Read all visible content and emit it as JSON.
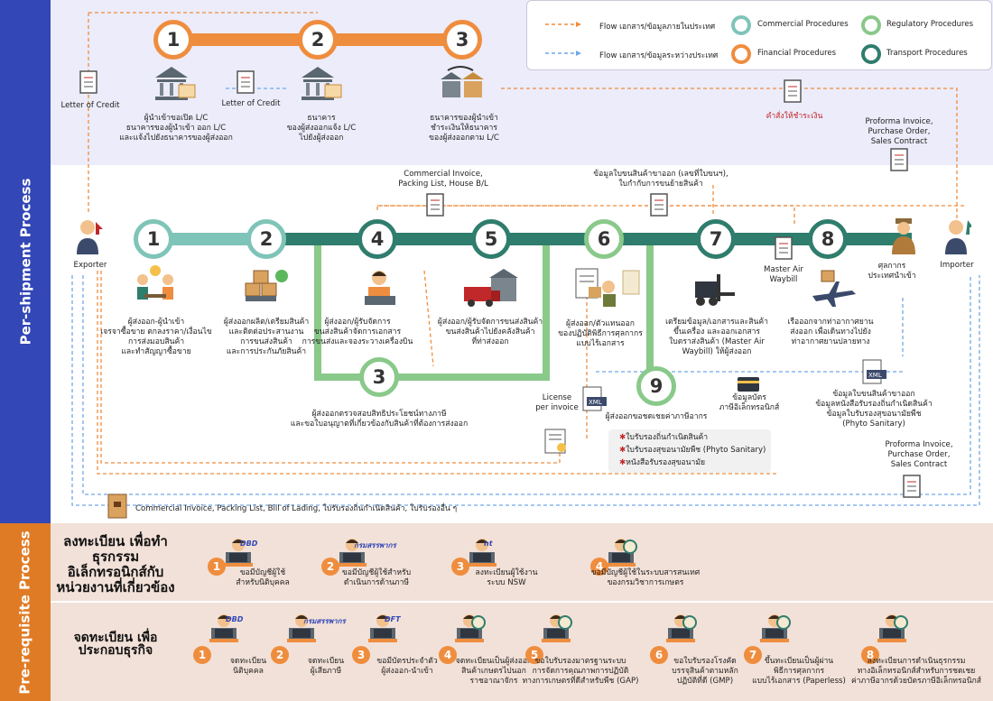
{
  "sidebar": {
    "upper": "Per-shipment Process",
    "lower": "Pre-requisite Process"
  },
  "legend": {
    "flow_domestic": "Flow เอกสาร/ข้อมูลภายในประเทศ",
    "flow_international": "Flow เอกสาร/ข้อมูลระหว่างประเทศ",
    "commercial": "Commercial Procedures",
    "financial": "Financial Procedures",
    "regulatory": "Regulatory Procedures",
    "transport": "Transport Procedures"
  },
  "colors": {
    "commercial": "#7fc4b8",
    "financial": "#ef8d3e",
    "regulatory": "#89c98a",
    "transport": "#2f7d6d",
    "sidebar_blue": "#3347b6",
    "sidebar_orange": "#e07b25",
    "top_bg": "#ececfa",
    "bottom_bg": "#f2e1d8"
  },
  "financial_steps": {
    "n1": "1",
    "n2": "2",
    "n3": "3",
    "step1": "ผู้นำเข้าขอเปิด L/C\nธนาคารของผู้นำเข้า ออก L/C\nและแจ้งไปยังธนาคารของผู้ส่งออก",
    "step2": "ธนาคาร\nของผู้ส่งออกแจ้ง L/C\nไปยังผู้ส่งออก",
    "step3": "ธนาคารของผู้นำเข้า\nชำระเงินให้ธนาคาร\nของผู้ส่งออกตาม L/C",
    "loc_left": "Letter of Credit",
    "loc_mid": "Letter of Credit",
    "payment_order": "คำสั่งให้ชำระเงิน",
    "proforma_top": "Proforma Invoice,\nPurchase Order,\nSales Contract"
  },
  "shipment": {
    "exporter": "Exporter",
    "importer": "Importer",
    "n1": "1",
    "n2": "2",
    "n3": "3",
    "n4": "4",
    "n5": "5",
    "n6": "6",
    "n7": "7",
    "n8": "8",
    "n9": "9",
    "s1": "ผู้ส่งออก-ผู้นำเข้า\nเจรจาซื้อขาย ตกลงราคา/เงื่อนไข\nการส่งมอบสินค้า\nและทำสัญญาซื้อขาย",
    "s2": "ผู้ส่งออกผลิต/เตรียมสินค้า\nและติดต่อประสานงาน\nการขนส่งสินค้า\nและการประกันภัยสินค้า",
    "s3": "ผู้ส่งออกตรวจสอบสิทธิประโยชน์ทางภาษี\nและขอใบอนุญาตที่เกี่ยวข้องกับสินค้าที่ต้องการส่งออก",
    "s4": "ผู้ส่งออก/ผู้รับจัดการ\nขนส่งสินค้าจัดการเอกสาร\nการขนส่งและจองระวางเครื่องบิน",
    "s5": "ผู้ส่งออก/ผู้รับจัดการขนส่งสินค้า\nขนส่งสินค้าไปยังคลังสินค้า\nที่ท่าส่งออก",
    "s6": "ผู้ส่งออก/ตัวแทนออก\nของปฏิบัติพิธีการศุลกากร\nแบบไร้เอกสาร",
    "s7": "เตรียมข้อมูล/เอกสารและสินค้า\nขึ้นเครื่อง และออกเอกสาร\nใบตราส่งสินค้า (Master Air\nWaybill) ให้ผู้ส่งออก",
    "s8": "เรือออกจากท่าอากาศยาน\nส่งออก เพื่อเดินทางไปยัง\nท่าอากาศยานปลายทาง",
    "s9": "ผู้ส่งออกขอชดเชยค่าภาษีอากร",
    "doc_commercial": "Commercial Invoice,\nPacking List, House B/L",
    "doc_manifest": "ข้อมูลใบขนสินค้าขาออก (เลขที่ใบขนฯ),\nใบกำกับการขนย้ายสินค้า",
    "master_air": "Master Air\nWaybill",
    "customs": "ศุลกากร\nประเทศนำเข้า",
    "license": "License\nper invoice",
    "e_tax": "ข้อมูลบัตร\nภาษีอิเล็กทรอนิกส์",
    "export_data": "ข้อมูลใบขนสินค้าขาออก\nข้อมูลหนังสือรับรองถิ่นกำเนิดสินค้า\nข้อมูลใบรับรองสุขอนามัยพืช\n(Phyto Sanitary)",
    "cert1": "ใบรับรองถิ่นกำเนิดสินค้า",
    "cert2": "ใบรับรองสุขอนามัยพืช (Phyto Sanitary)",
    "cert3": "หนังสือรับรองสุขอนามัย",
    "proforma_bottom": "Proforma Invoice,\nPurchase Order,\nSales Contract",
    "docs_bottom": "Commercial Invoice, Packing List, Bill of Lading, ใบรับรองถิ่นกำเนิดสินค้า, ใบรับรองอื่น ๆ"
  },
  "prereq": {
    "row1_title": "ลงทะเบียน\nเพื่อทำธุรกรรม\nอิเล็กทรอนิกส์กับ\nหน่วยงานที่เกี่ยวข้อง",
    "row2_title": "จดทะเบียน\nเพื่อประกอบธุรกิจ",
    "row1": [
      {
        "n": "1",
        "logo": "DBD",
        "text": "ขอมีบัญชีผู้ใช้\nสำหรับนิติบุคคล"
      },
      {
        "n": "2",
        "logo": "กรมสรรพากร",
        "text": "ขอมีบัญชีผู้ใช้สำหรับ\nดำเนินการด้านภาษี"
      },
      {
        "n": "3",
        "logo": "nt",
        "text": "ลงทะเบียนผู้ใช้งาน\nระบบ NSW"
      },
      {
        "n": "4",
        "logo": "",
        "text": "ขอมีบัญชีผู้ใช้ในระบบสารสนเทศ\nของกรมวิชาการเกษตร"
      }
    ],
    "row2": [
      {
        "n": "1",
        "logo": "DBD",
        "text": "จดทะเบียน\nนิติบุคคล"
      },
      {
        "n": "2",
        "logo": "กรมสรรพากร",
        "text": "จดทะเบียน\nผู้เสียภาษี"
      },
      {
        "n": "3",
        "logo": "DFT",
        "text": "ขอมีบัตรประจำตัว\nผู้ส่งออก-นำเข้า"
      },
      {
        "n": "4",
        "logo": "",
        "text": "จดทะเบียนเป็นผู้ส่งออก\nสินค้าเกษตรไปนอก\nราชอาณาจักร"
      },
      {
        "n": "5",
        "logo": "",
        "text": "ขอใบรับรองมาตรฐานระบบ\nการจัดการคุณภาพการปฏิบัติ\nทางการเกษตรที่ดีสำหรับพืช (GAP)"
      },
      {
        "n": "6",
        "logo": "",
        "text": "ขอใบรับรองโรงคัด\nบรรจุสินค้าตามหลัก\nปฏิบัติที่ดี (GMP)"
      },
      {
        "n": "7",
        "logo": "",
        "text": "ขึ้นทะเบียนเป็นผู้ผ่าน\nพิธีการศุลกากร\nแบบไร้เอกสาร (Paperless)"
      },
      {
        "n": "8",
        "logo": "",
        "text": "ลงทะเบียนการดำเนินธุรกรรม\nทางอิเล็กทรอนิกส์สำหรับการชดเชย\nค่าภาษีอากรด้วยบัตรภาษีอิเล็กทรอนิกส์"
      }
    ]
  }
}
